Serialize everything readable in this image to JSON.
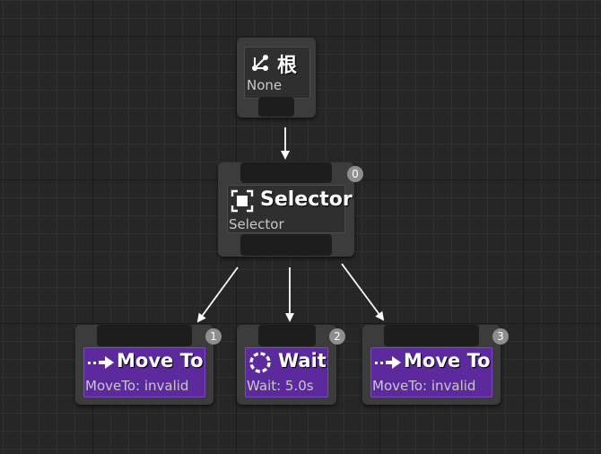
{
  "editor": {
    "view": "Behavior Tree Graph",
    "colors": {
      "background": "#262626",
      "node_body": "#3c3c3c",
      "task_fill": "#5c2a9c",
      "composite_fill": "#2f2f2f",
      "wire": "#ffffff",
      "badge": "#8e8e8e"
    }
  },
  "nodes": {
    "root": {
      "title": "根",
      "subtitle": "None",
      "icon": "tree-root-icon"
    },
    "selector": {
      "title": "Selector",
      "subtitle": "Selector",
      "badge": "0",
      "icon": "selector-icon"
    },
    "tasks": [
      {
        "title": "Move To",
        "subtitle": "MoveTo: invalid",
        "badge": "1",
        "icon": "move-to-arrow-icon"
      },
      {
        "title": "Wait",
        "subtitle": "Wait: 5.0s",
        "badge": "2",
        "icon": "wait-spinner-icon"
      },
      {
        "title": "Move To",
        "subtitle": "MoveTo: invalid",
        "badge": "3",
        "icon": "move-to-arrow-icon"
      }
    ]
  }
}
